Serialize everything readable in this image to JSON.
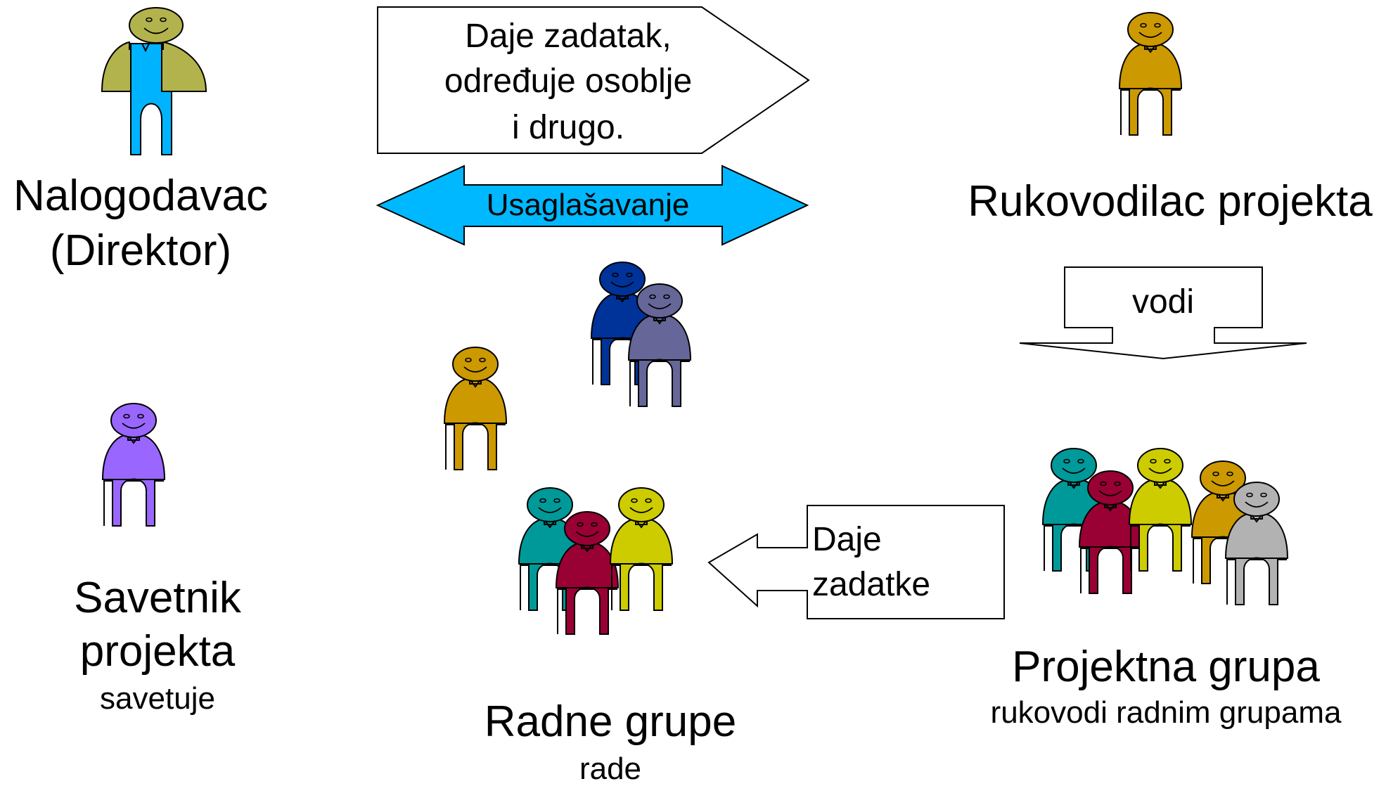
{
  "colors": {
    "director": "#b3b34d",
    "director_legs": "#00b3ff",
    "manager": "#cc9900",
    "advisor": "#9966ff",
    "worker_gold": "#cc9900",
    "worker_navy": "#003399",
    "worker_slate": "#666699",
    "team_teal": "#009999",
    "team_crimson": "#990033",
    "team_yellow": "#cccc00",
    "team_orange": "#cc9900",
    "team_gray": "#b2b2b2",
    "arrow_cyan": "#00b8ff"
  },
  "director": {
    "name": "Nalogodavac",
    "role": "(Direktor)",
    "icon": "director-person-icon"
  },
  "manager": {
    "name": "Rukovodilac projekta",
    "icon": "manager-person-icon"
  },
  "advisor": {
    "name_line1": "Savetnik",
    "name_line2": "projekta",
    "action": "savetuje",
    "icon": "advisor-person-icon"
  },
  "work_groups": {
    "name": "Radne grupe",
    "action": "rade"
  },
  "project_team": {
    "name": "Projektna grupa",
    "action": "rukovodi radnim grupama"
  },
  "arrows": {
    "assign_line1": "Daje zadatak,",
    "assign_line2": "određuje osoblje",
    "assign_line3": "i drugo.",
    "coordination": "Usaglašavanje",
    "leads": "vodi",
    "tasks_line1": "Daje",
    "tasks_line2": "zadatke"
  }
}
